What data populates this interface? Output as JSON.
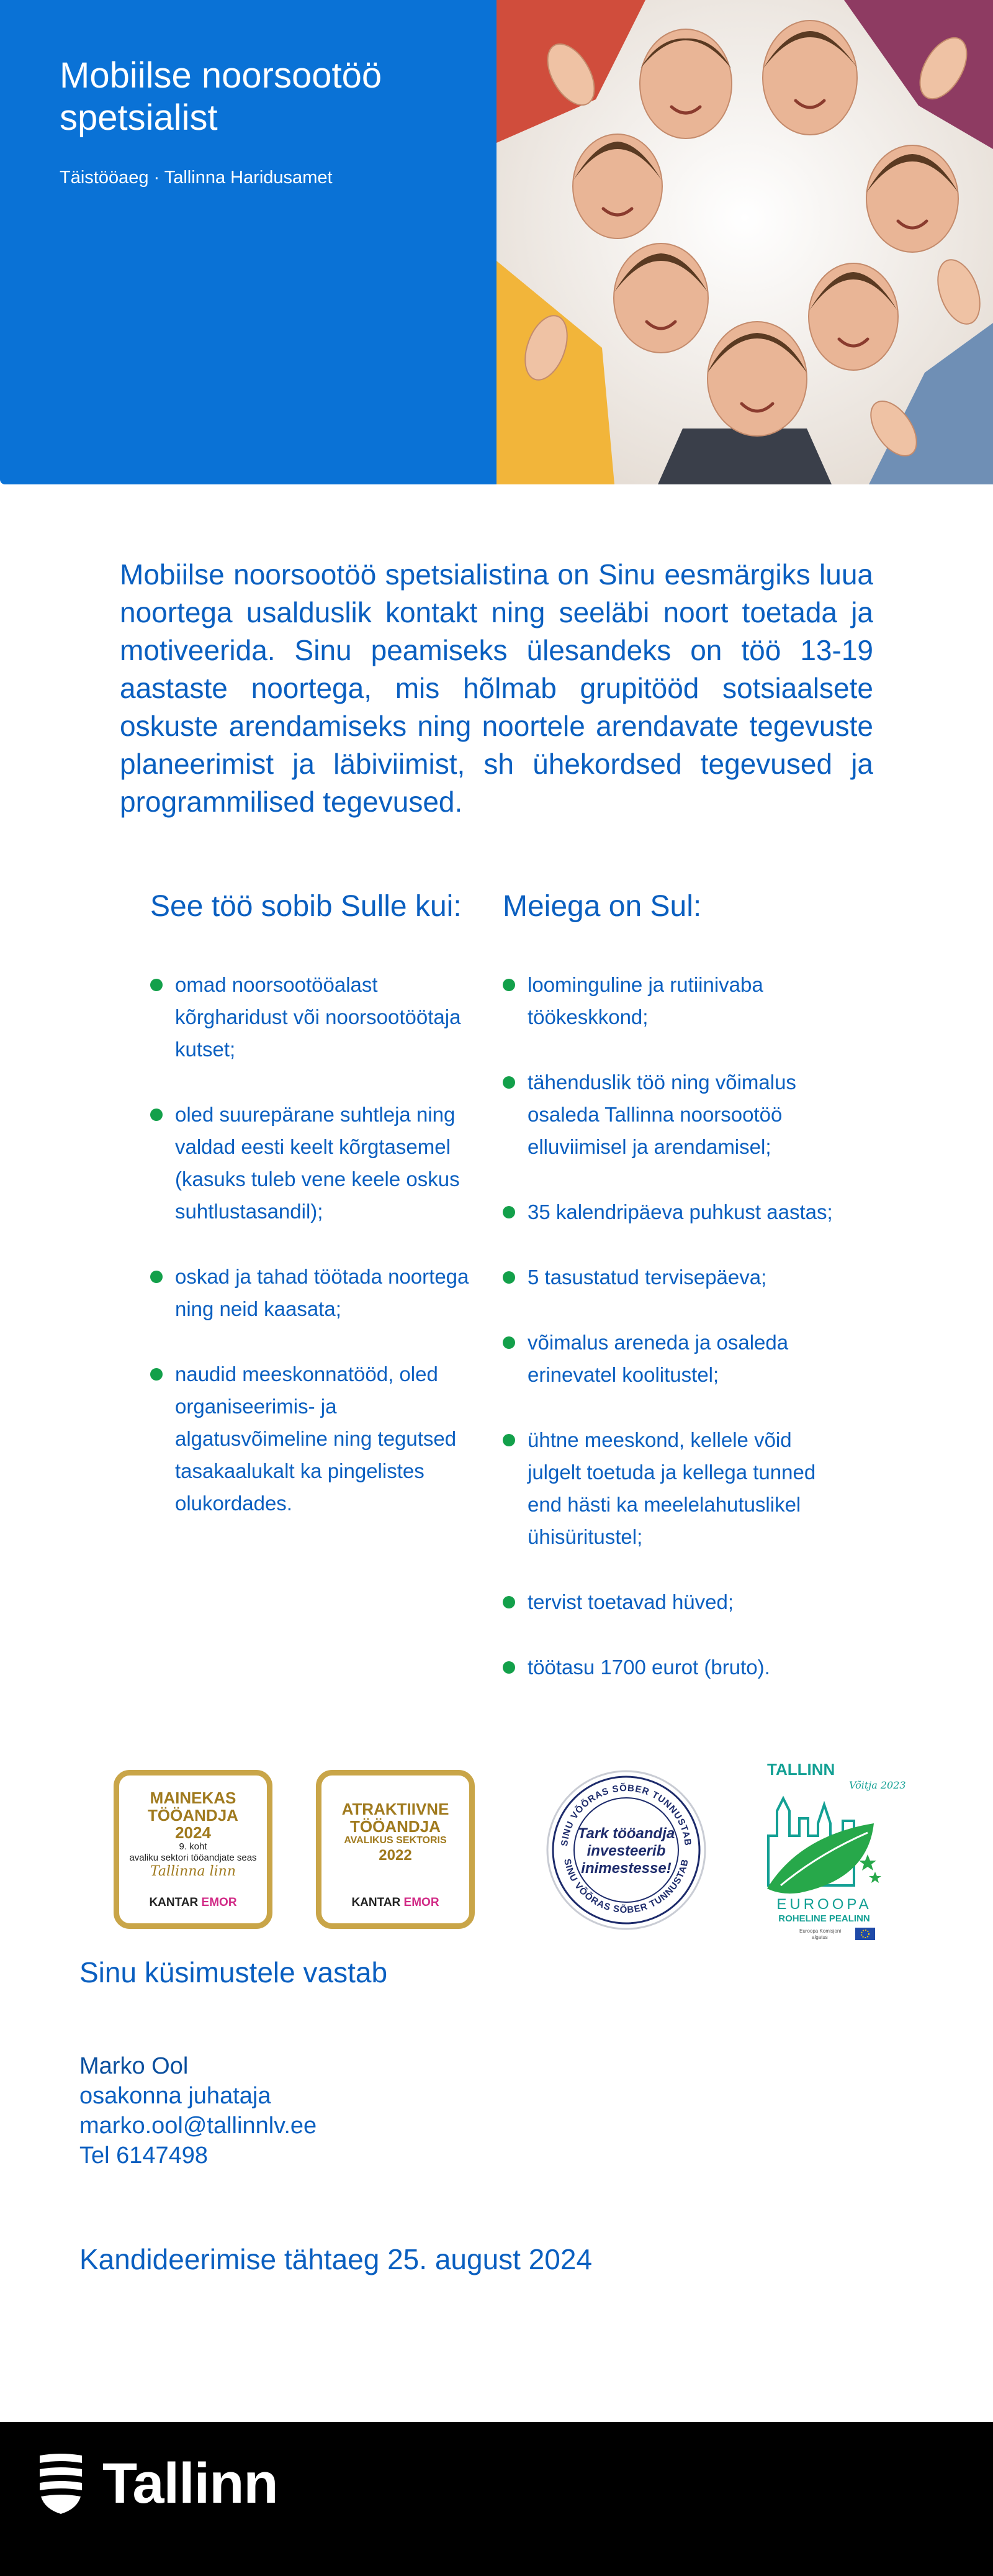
{
  "header": {
    "title": "Mobiilse noorsootöö spetsialist",
    "subtitle": "Täistööaeg · Tallinna Haridusamet"
  },
  "intro": "Mobiilse noorsootöö spetsialistina on Sinu eesmärgiks luua noortega usalduslik kontakt ning seeläbi noort toetada ja motiveerida. Sinu peamiseks ülesandeks on töö 13-19 aastaste noortega, mis hõlmab grupitööd sotsiaalsete oskuste arendamiseks ning noortele arendavate tegevuste planeerimist ja läbiviimist, sh ühekordsed tegevused ja programmilised tegevused.",
  "requirements": {
    "heading": "See töö sobib Sulle kui:",
    "items": [
      "omad noorsootööalast kõrgharidust või noorsootöötaja kutset;",
      "oled suurepärane suhtleja ning valdad eesti keelt kõrgtasemel (kasuks tuleb vene keele oskus suhtlustasandil);",
      "oskad ja tahad töötada noortega ning neid kaasata;",
      "naudid meeskonnatööd, oled organiseerimis- ja algatusvõimeline ning tegutsed tasakaalukalt ka pingelistes olukordades."
    ]
  },
  "offer": {
    "heading": "Meiega on Sul:",
    "items": [
      "loominguline ja rutiinivaba töökeskkond;",
      "tähenduslik töö ning võimalus osaleda Tallinna noorsootöö elluviimisel ja arendamisel;",
      "35 kalendripäeva puhkust aastas;",
      "5 tasustatud tervisepäeva;",
      "võimalus areneda ja osaleda erinevatel koolitustel;",
      "ühtne meeskond, kellele võid julgelt toetuda ja kellega tunned end hästi ka meelelahutuslikel ühisüritustel;",
      "tervist toetavad hüved;",
      "töötasu 1700 eurot (bruto)."
    ]
  },
  "badges": {
    "b1": {
      "title1": "MAINEKAS",
      "title2": "TÖÖANDJA",
      "year": "2024",
      "place": "9. koht",
      "note": "avaliku sektori tööandjate seas",
      "org": "Tallinna linn",
      "brand1": "KANTAR",
      "brand2": "EMOR"
    },
    "b2": {
      "title1": "ATRAKTIIVNE",
      "title2": "TÖÖANDJA",
      "sector": "AVALIKUS SEKTORIS",
      "year": "2022",
      "brand1": "KANTAR",
      "brand2": "EMOR"
    },
    "seal": {
      "ring": "SINU VÕÕRAS SÕBER TUNNUSTAB",
      "line1": "Tark tööandja",
      "line2": "investeerib",
      "line3": "inimestesse!"
    },
    "green": {
      "city": "TALLINN",
      "script": "Võitja 2023",
      "europa": "EUROOPA",
      "capital": "ROHELINE PEALINN",
      "eu_note1": "Euroopa Komisjoni",
      "eu_note2": "algatus"
    }
  },
  "contact": {
    "heading": "Sinu küsimustele vastab",
    "name": "Marko Ool",
    "position": "osakonna juhataja",
    "email": "marko.ool@tallinnlv.ee",
    "phone": "Tel 6147498"
  },
  "deadline": "Kandideerimise tähtaeg 25. august 2024",
  "footer": {
    "brand": "Tallinn"
  },
  "colors": {
    "brand_blue": "#0a72d6",
    "text_blue": "#0a5fc0",
    "bullet_green": "#13a04a",
    "badge_gold": "#c9a548"
  }
}
